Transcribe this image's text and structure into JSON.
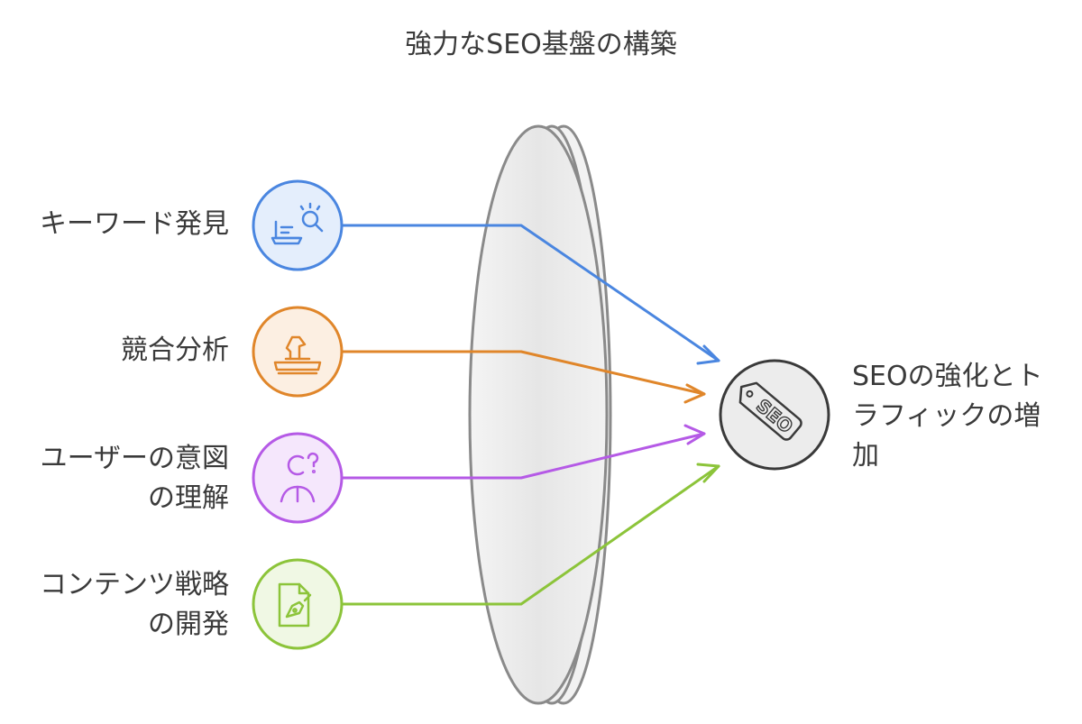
{
  "title": "強力なSEO基盤の構築",
  "inputs": [
    {
      "lines": [
        "キーワード発見"
      ],
      "icon": "keyword-search-icon",
      "color": "#4a86e0",
      "fill": "#e4eefc"
    },
    {
      "lines": [
        "競合分析"
      ],
      "icon": "chess-knight-icon",
      "color": "#e0862a",
      "fill": "#fcefe2"
    },
    {
      "lines": [
        "ユーザーの意図",
        "の理解"
      ],
      "icon": "user-question-icon",
      "color": "#b55ae6",
      "fill": "#f5e7fc"
    },
    {
      "lines": [
        "コンテンツ戦略",
        "の開発"
      ],
      "icon": "document-pen-icon",
      "color": "#8cc43a",
      "fill": "#f0f8e4"
    }
  ],
  "output": {
    "lines": [
      "SEOの強化とト",
      "ラフィックの増",
      "加"
    ],
    "icon": "seo-tag-icon",
    "color": "#3a3a3a",
    "fill": "#ececec"
  }
}
